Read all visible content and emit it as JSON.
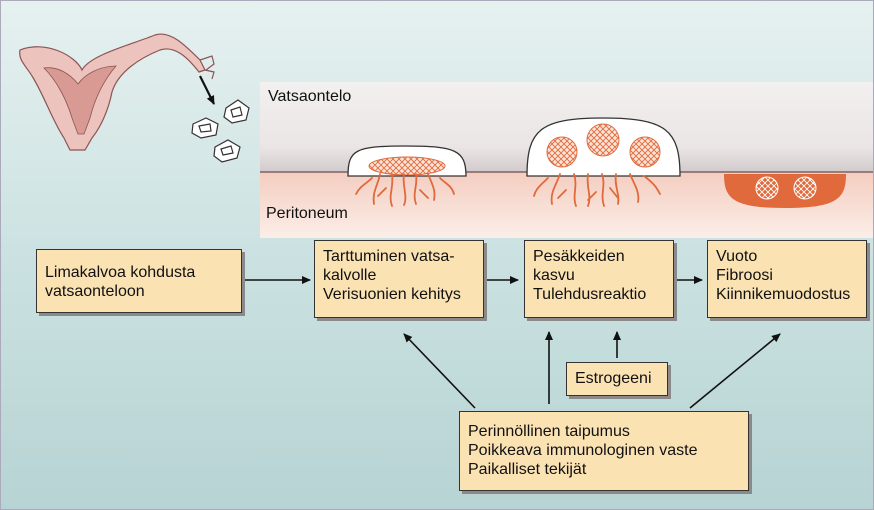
{
  "labels": {
    "abdominal_cavity": "Vatsaontelo",
    "peritoneum": "Peritoneum"
  },
  "boxes": {
    "endometrium": [
      "Limakalvoa kohdusta",
      "vatsaonteloon"
    ],
    "adhesion": [
      "Tarttuminen vatsa-",
      "kalvolle",
      "Verisuonien kehitys"
    ],
    "growth": [
      "Pesäkkeiden",
      "kasvu",
      "Tulehdusreaktio"
    ],
    "outcome": [
      "Vuoto",
      "Fibroosi",
      "Kiinnikemuodostus"
    ],
    "estrogen": [
      "Estrogeeni"
    ],
    "factors": [
      "Perinnöllinen taipumus",
      "Poikkeava immunologinen vaste",
      "Paikalliset tekijät"
    ]
  },
  "colors": {
    "box_fill": "#fbe2b3",
    "lesion_orange": "#e06a3b",
    "tissue_pink": "#f6d4c9",
    "background": "#c9e0e0"
  }
}
